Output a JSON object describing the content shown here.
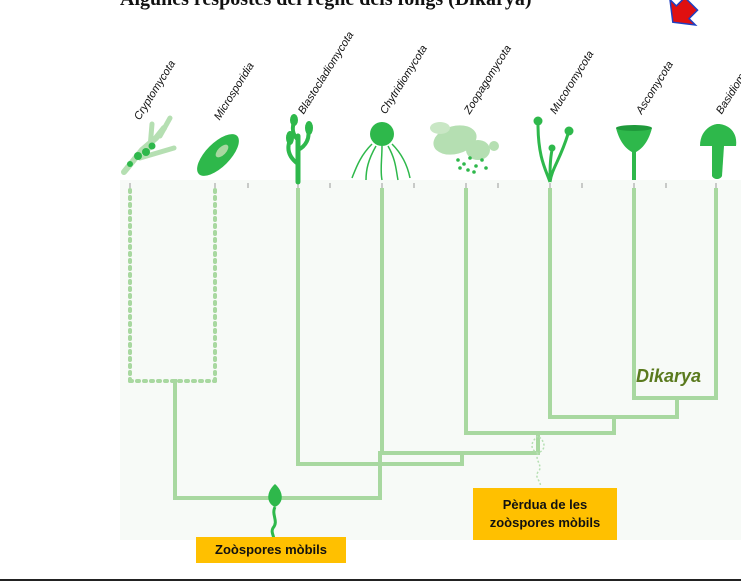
{
  "header": {
    "title": "Algunes respostes del regne dels fongs (Dikarya)"
  },
  "taxa": [
    {
      "name": "Cryptomycota"
    },
    {
      "name": "Microsporidia"
    },
    {
      "name": "Blastocladiomycota"
    },
    {
      "name": "Chytridiomycota"
    },
    {
      "name": "Zoopagomycota"
    },
    {
      "name": "Mucoromycota"
    },
    {
      "name": "Ascomycota"
    },
    {
      "name": "Basidiomycota"
    }
  ],
  "annotations": {
    "motile_spores": "Zoòspores mòbils",
    "loss_of_motile_spores": "Pèrdua de les zoòspores mòbils",
    "dikarya": "Dikarya"
  },
  "icons": [
    "cryptomycota-organism-icon",
    "microsporidia-spore-icon",
    "blastocladiomycota-organism-icon",
    "chytridiomycota-sporangium-icon",
    "zoopagomycota-organism-icon",
    "mucoromycota-sporangiophore-icon",
    "ascomycota-cup-icon",
    "basidiomycota-mushroom-icon"
  ],
  "colors": {
    "branch": "#a8d8a0",
    "organism": "#2eb84b",
    "organism_light": "#b5dfb2",
    "callout": "#ffc000",
    "dikarya_text": "#5a7a1e",
    "arrow": "#e01010",
    "arrow_outline": "#2040c0"
  }
}
